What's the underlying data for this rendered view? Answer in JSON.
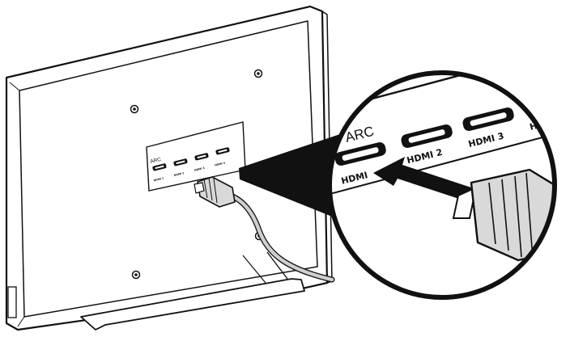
{
  "colors": {
    "ink": "#111111",
    "tv_back": "#ffffff",
    "cable": "#cfcfcf",
    "plug": "#d9d9d9",
    "arrow": "#111111"
  },
  "labels": {
    "arc": "ARC",
    "ports_small": [
      "HDMI 1",
      "HDMI 2",
      "HDMI 3",
      "HDMI 4"
    ],
    "ports_zoom": [
      "HDMI",
      "HDMI 2",
      "HDMI 3",
      "HDMI"
    ]
  },
  "icons": [
    "screw-icon",
    "hdmi-port-icon",
    "hdmi-plug-icon",
    "arrow-icon",
    "magnifier-circle"
  ]
}
